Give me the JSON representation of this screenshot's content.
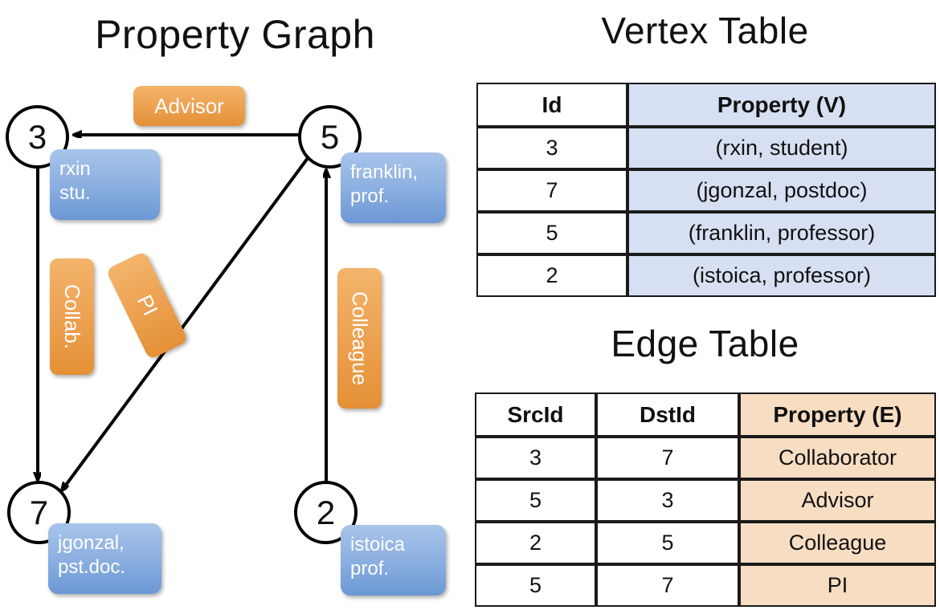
{
  "titles": {
    "graph": "Property Graph",
    "vertex_table": "Vertex Table",
    "edge_table": "Edge Table"
  },
  "colors": {
    "vertex_property_fill": "#d6e0f2",
    "edge_property_fill": "#f7ddc2",
    "node_bubble_blue": "#8fb2e2",
    "edge_label_orange": "#eda252",
    "stroke": "#000000"
  },
  "graph": {
    "nodes": [
      {
        "id": "3",
        "label": "3",
        "property": "rxin\nstu."
      },
      {
        "id": "5",
        "label": "5",
        "property": "franklin,\nprof."
      },
      {
        "id": "7",
        "label": "7",
        "property": "jgonzal,\npst.doc."
      },
      {
        "id": "2",
        "label": "2",
        "property": "istoica\nprof."
      }
    ],
    "edge_labels": [
      {
        "name": "advisor",
        "text": "Advisor",
        "orientation": "horizontal"
      },
      {
        "name": "collab",
        "text": "Collab.",
        "orientation": "vertical"
      },
      {
        "name": "pi",
        "text": "PI",
        "orientation": "vertical-tilted"
      },
      {
        "name": "colleague",
        "text": "Colleague",
        "orientation": "vertical"
      }
    ],
    "edges": [
      {
        "src": "5",
        "dst": "3",
        "label": "Advisor"
      },
      {
        "src": "3",
        "dst": "7",
        "label": "Collab."
      },
      {
        "src": "5",
        "dst": "7",
        "label": "PI"
      },
      {
        "src": "2",
        "dst": "5",
        "label": "Colleague"
      }
    ]
  },
  "vertex_table": {
    "headers": [
      "Id",
      "Property (V)"
    ],
    "rows": [
      {
        "id": "3",
        "property": "(rxin, student)"
      },
      {
        "id": "7",
        "property": "(jgonzal, postdoc)"
      },
      {
        "id": "5",
        "property": "(franklin, professor)"
      },
      {
        "id": "2",
        "property": "(istoica, professor)"
      }
    ]
  },
  "edge_table": {
    "headers": [
      "SrcId",
      "DstId",
      "Property (E)"
    ],
    "rows": [
      {
        "src": "3",
        "dst": "7",
        "property": "Collaborator"
      },
      {
        "src": "5",
        "dst": "3",
        "property": "Advisor"
      },
      {
        "src": "2",
        "dst": "5",
        "property": "Colleague"
      },
      {
        "src": "5",
        "dst": "7",
        "property": "PI"
      }
    ]
  }
}
